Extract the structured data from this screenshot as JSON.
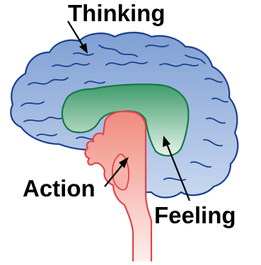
{
  "labels": {
    "thinking": "Thinking",
    "feeling": "Feeling",
    "action": "Action"
  },
  "regions": [
    {
      "name": "cerebrum",
      "label_key": "thinking",
      "fill_top": "#7f9fd4",
      "fill_bottom": "#c7d6ef",
      "stroke": "#1a3f8f"
    },
    {
      "name": "limbic-system",
      "label_key": "feeling",
      "fill_top": "#3f9b6b",
      "fill_bottom": "#dff0e6",
      "stroke": "#157a45"
    },
    {
      "name": "brainstem",
      "label_key": "action",
      "fill_top": "#f08b7e",
      "fill_bottom": "#fde9e6",
      "stroke": "#e0454a"
    }
  ],
  "colors": {
    "cerebrum_stroke": "#1a3f8f",
    "limbic_stroke": "#157a45",
    "brainstem_stroke": "#e0454a",
    "label_text": "#000000"
  }
}
